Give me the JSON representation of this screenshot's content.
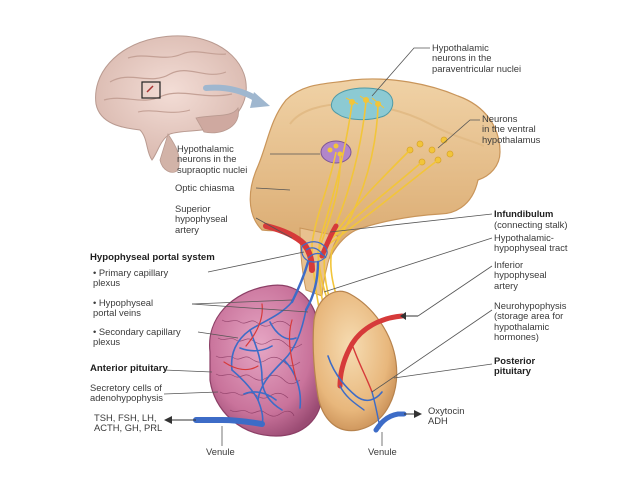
{
  "labels": {
    "paraventricular": "Hypothalamic\nneurons in the\nparaventricular nuclei",
    "ventral": "Neurons\nin the ventral\nhypothalamus",
    "supraoptic": "Hypothalamic\nneurons in the\nsupraoptic nuclei",
    "optic_chiasma": "Optic chiasma",
    "superior_artery": "Superior\nhypophyseal\nartery",
    "infundibulum_title": "Infundibulum",
    "infundibulum_sub": "(connecting stalk)",
    "hyp_tract": "Hypothalamic-\nhypophyseal tract",
    "inferior_artery": "Inferior\nhypophyseal\nartery",
    "neurohypophysis": "Neurohypophysis\n(storage area for\nhypothalamic\nhormones)",
    "posterior_pituitary": "Posterior\npituitary",
    "portal_system_title": "Hypophyseal portal system",
    "primary_plexus": "• Primary capillary\n   plexus",
    "portal_veins": "• Hypophyseal\n   portal veins",
    "secondary_plexus": "• Secondary capillary\n   plexus",
    "anterior_pituitary": "Anterior pituitary",
    "secretory_cells": "Secretory cells of\nadenohypophysis",
    "anterior_hormones": "TSH, FSH, LH,\nACTH, GH, PRL",
    "oxytocin": "Oxytocin\nADH",
    "venule_left": "Venule",
    "venule_right": "Venule"
  },
  "colors": {
    "tissue": "#e7c290",
    "tissue_dark": "#c99860",
    "anterior_lobe": "#c9739b",
    "posterior_lobe": "#ecc28c",
    "artery": "#d63a3a",
    "vein": "#3d6cc7",
    "axon": "#f2c53a",
    "nucleus_fill": "#8ccad3",
    "leader": "#555555"
  },
  "icons": {
    "brain": "brain-icon",
    "arrow": "curved-arrow-icon"
  }
}
